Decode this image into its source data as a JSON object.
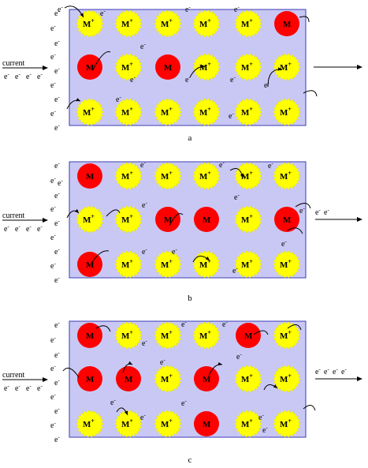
{
  "labels": {
    "current": "current",
    "electron": "e",
    "electron_charge": "-",
    "ion": "M",
    "ion_charge": "+",
    "neutral": "M"
  },
  "colors": {
    "ion_fill": "#ffff00",
    "neutral_fill": "#ff0000",
    "panel_fill": "#c9c8f5",
    "panel_border": "#3b3bb5"
  },
  "panels": [
    {
      "caption": "a",
      "grid": [
        [
          "ion",
          "ion",
          "ion",
          "ion",
          "ion",
          "neutral"
        ],
        [
          "neutral",
          "ion",
          "neutral",
          "ion",
          "ion",
          "ion"
        ],
        [
          "ion",
          "ion",
          "ion",
          "ion",
          "ion",
          "ion"
        ]
      ],
      "outgoing_electrons": 0
    },
    {
      "caption": "b",
      "grid": [
        [
          "neutral",
          "ion",
          "ion",
          "ion",
          "ion",
          "ion"
        ],
        [
          "ion",
          "ion",
          "neutral",
          "neutral",
          "ion",
          "neutral"
        ],
        [
          "neutral",
          "ion",
          "ion",
          "ion",
          "ion",
          "ion"
        ]
      ],
      "outgoing_electrons": 2
    },
    {
      "caption": "c",
      "grid": [
        [
          "neutral",
          "ion",
          "ion",
          "ion",
          "neutral",
          "ion"
        ],
        [
          "neutral",
          "neutral",
          "ion",
          "neutral",
          "ion",
          "ion"
        ],
        [
          "ion",
          "ion",
          "ion",
          "neutral",
          "ion",
          "ion"
        ]
      ],
      "outgoing_electrons": 4
    }
  ]
}
